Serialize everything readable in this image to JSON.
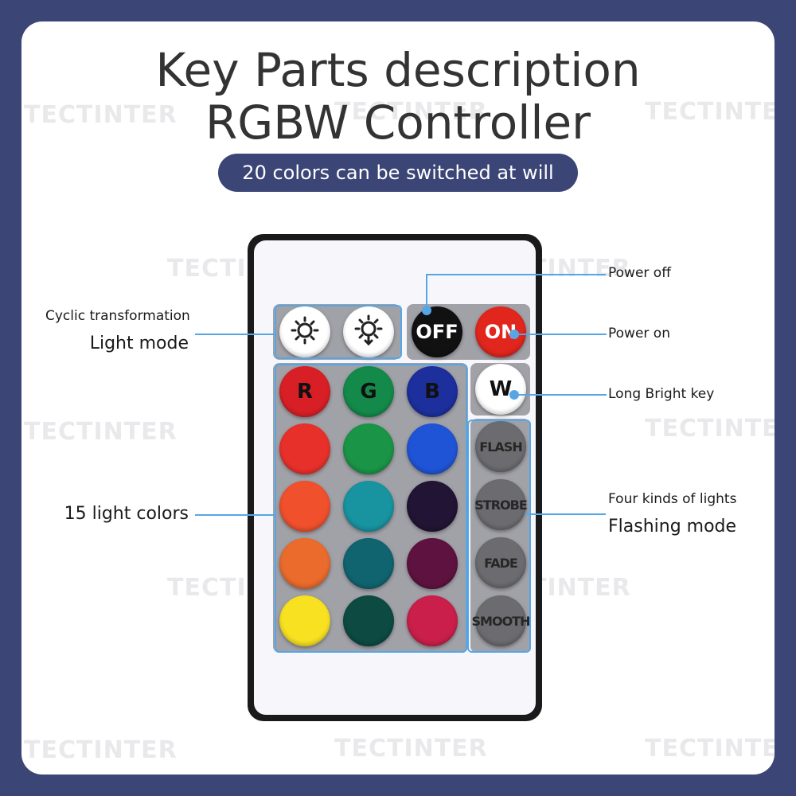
{
  "watermark": "TECTINTER",
  "header": {
    "title_line1": "Key Parts description",
    "title_line2": "RGBW Controller",
    "pill": "20 colors can be switched at will"
  },
  "remote": {
    "mode_buttons": [
      {
        "name": "brightness-down-icon"
      },
      {
        "name": "brightness-up-icon"
      }
    ],
    "power": {
      "off_label": "OFF",
      "on_label": "ON",
      "off_color": "#111111",
      "on_color": "#e0261d"
    },
    "white": {
      "label": "W",
      "color": "#ffffff"
    },
    "rgb_labels": [
      "R",
      "G",
      "B"
    ],
    "color_grid": [
      [
        "#d81f26",
        "#138a4a",
        "#1c2f9c"
      ],
      [
        "#e8302a",
        "#1a9447",
        "#1f54d6"
      ],
      [
        "#f0502c",
        "#1893a0",
        "#221434"
      ],
      [
        "#ea6b2c",
        "#0f6470",
        "#5e1240"
      ],
      [
        "#f7e121",
        "#0c4a42",
        "#c91f4a"
      ]
    ],
    "effects": [
      "FLASH",
      "STROBE",
      "FADE",
      "SMOOTH"
    ]
  },
  "annotations": {
    "power_off": "Power off",
    "power_on": "Power on",
    "long_bright": "Long Bright key",
    "cyclic": "Cyclic transformation",
    "light_mode": "Light mode",
    "colors": "15 light colors",
    "four_kinds": "Four kinds of lights",
    "flashing_mode": "Flashing mode"
  },
  "colors": {
    "background": "#3b4576",
    "accent": "#56a6e6"
  }
}
